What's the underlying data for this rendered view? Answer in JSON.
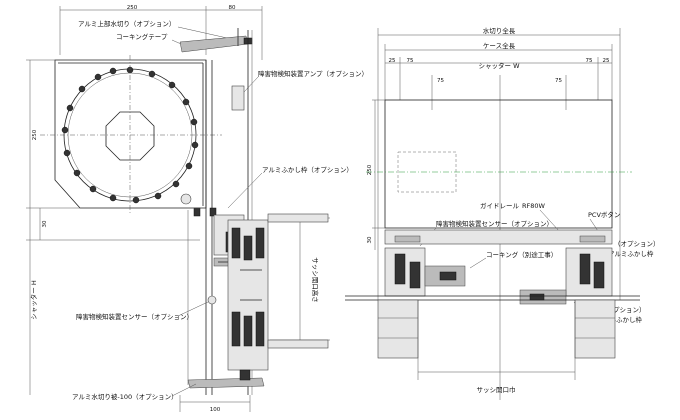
{
  "left_section": {
    "dims": {
      "top_total": "250",
      "top_right": "80",
      "left_height": "250",
      "left_small": "30",
      "bottom_width": "100",
      "shutter_h": "シャッター H"
    },
    "labels": {
      "top_flashing": "アルミ上部水切り（オプション）",
      "caulking_tape": "コーキングテープ",
      "sensor_amp": "障害物検知装置アンプ（オプション）",
      "alum_frame": "アルミふかし枠（オプション）",
      "sensor": "障害物検知装置センサー（オプション）",
      "sash_height": "サッシ開口高さ",
      "bottom_flashing": "アルミ水切り被-100（オプション）"
    }
  },
  "right_section": {
    "dims": {
      "total_width": "水切り全長",
      "case_width": "ケース全長",
      "shutter_w": "シャッター W",
      "d75_left": "75",
      "d75_right": "75",
      "d25_left": "25",
      "d25_right": "25",
      "d75_inner": "75",
      "d75_inner_r": "75",
      "d250": "250",
      "d30": "30",
      "sash_width": "サッシ開口巾"
    },
    "labels": {
      "guide_rail": "ガイドレール",
      "rail_size": "RF80W",
      "pcv_button": "PCVボタン",
      "sensor": "障害物検知装置センサー（オプション）",
      "caulking": "コーキング（別途工事）",
      "opt1": "（オプション）",
      "alum_frame": "アルミふかし枠",
      "opt2": "（オプション）",
      "steel_frame": "スチールふかし枠"
    }
  }
}
